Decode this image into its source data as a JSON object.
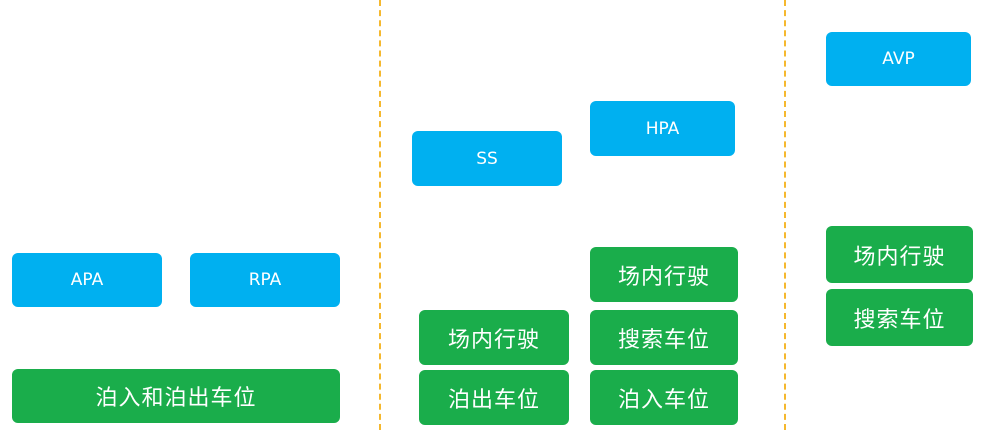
{
  "column_left": {
    "features": [
      "APA",
      "RPA"
    ],
    "functions": [
      "泊入和泊出车位"
    ]
  },
  "column_middle": {
    "features": [
      "SS",
      "HPA"
    ],
    "ss_functions": [
      "场内行驶",
      "泊出车位"
    ],
    "hpa_functions": [
      "场内行驶",
      "搜索车位",
      "泊入车位"
    ]
  },
  "column_right": {
    "features": [
      "AVP"
    ],
    "functions": [
      "场内行驶",
      "搜索车位"
    ]
  },
  "colors": {
    "feature_box": "#00b0f0",
    "function_box": "#1aad4b",
    "divider": "#f5b82e"
  }
}
